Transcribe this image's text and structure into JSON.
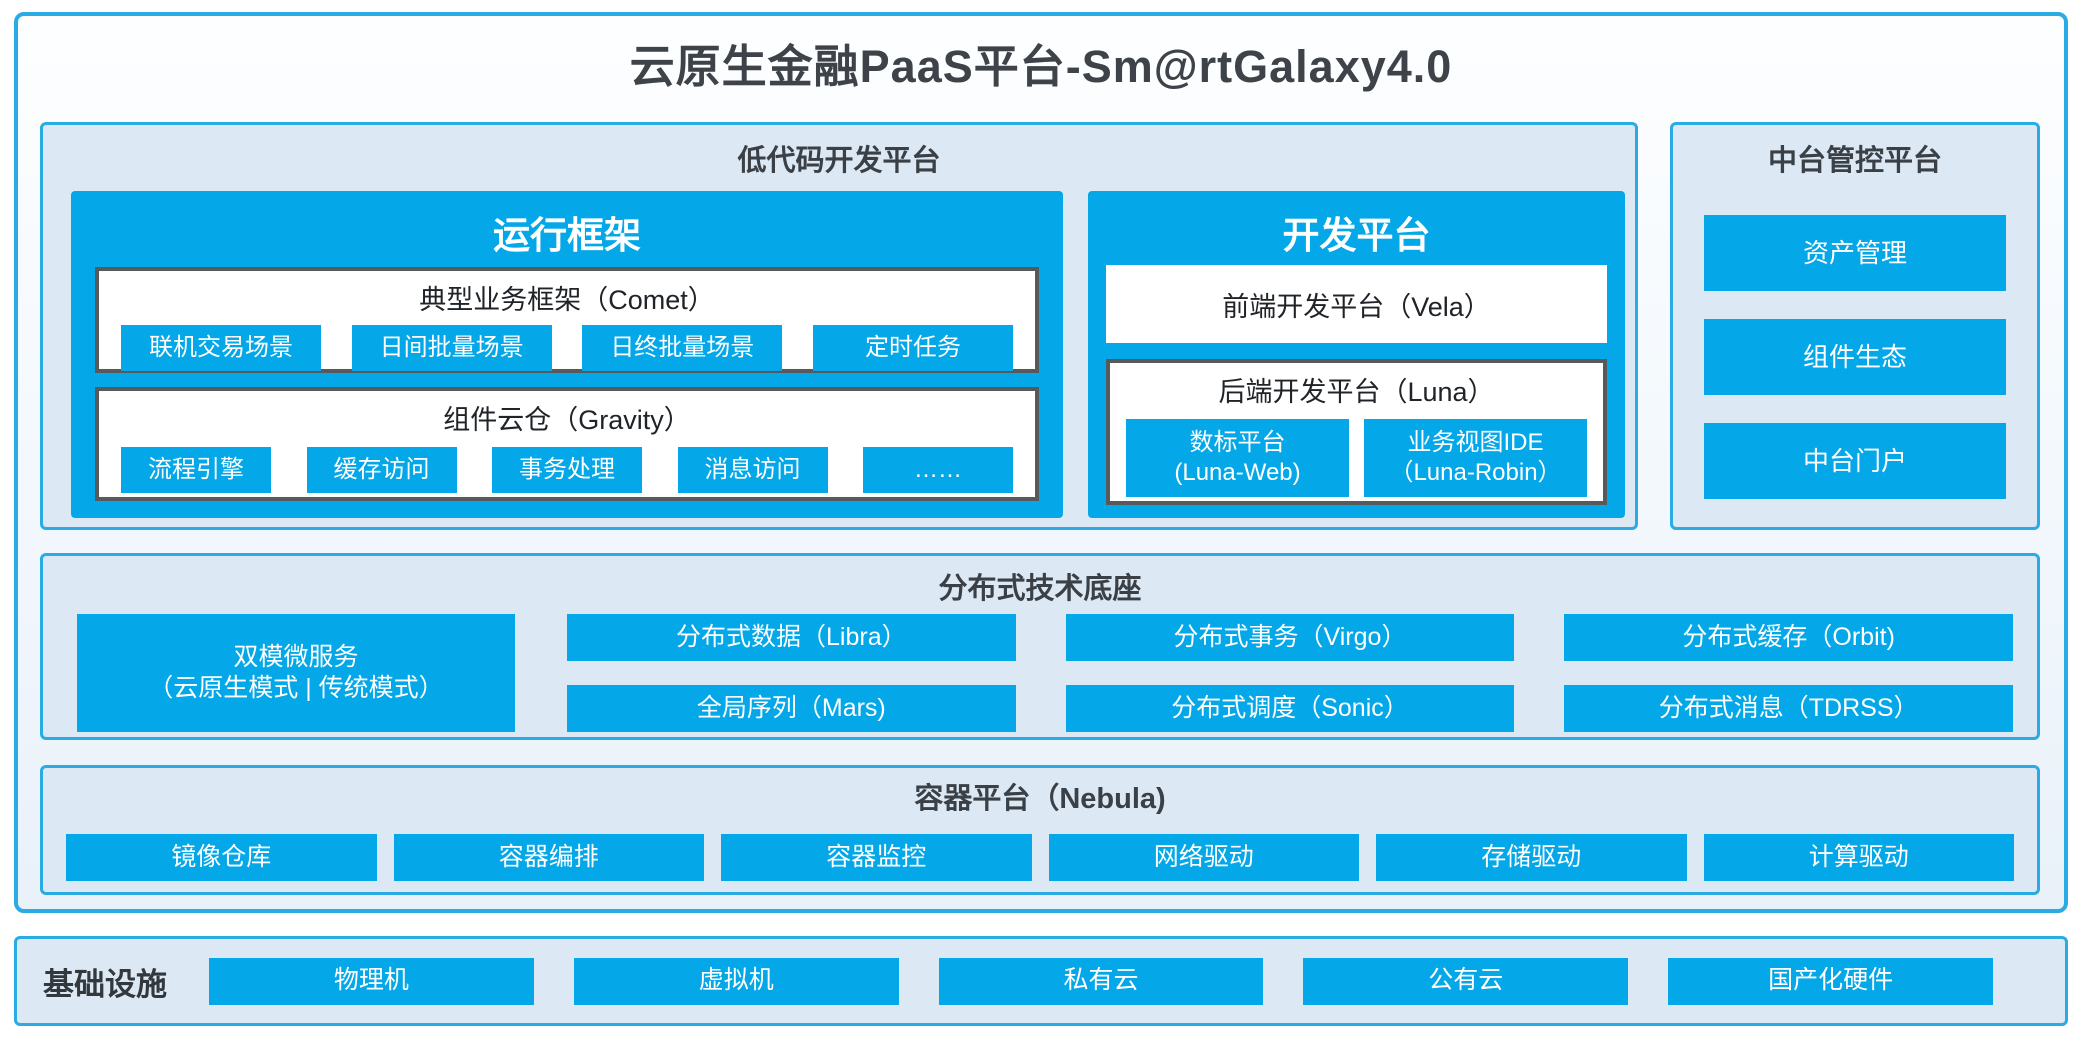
{
  "title": "云原生金融PaaS平台-Sm@rtGalaxy4.0",
  "colors": {
    "accent_blue": "#04a7e7",
    "border_cyan": "#2aabe3",
    "panel_bg": "#dce9f5",
    "box_border_gray": "#58595b",
    "title_text": "#3d4348"
  },
  "lowcode": {
    "header": "低代码开发平台",
    "runtime": {
      "header": "运行框架",
      "comet": {
        "title": "典型业务框架（Comet）",
        "items": [
          "联机交易场景",
          "日间批量场景",
          "日终批量场景",
          "定时任务"
        ]
      },
      "gravity": {
        "title": "组件云仓（Gravity）",
        "items": [
          "流程引擎",
          "缓存访问",
          "事务处理",
          "消息访问",
          "……"
        ]
      }
    },
    "dev": {
      "header": "开发平台",
      "vela_label": "前端开发平台（Vela）",
      "luna": {
        "title": "后端开发平台（Luna）",
        "items": [
          {
            "line1": "数标平台",
            "line2": "(Luna-Web)"
          },
          {
            "line1": "业务视图IDE",
            "line2": "（Luna-Robin）"
          }
        ]
      }
    }
  },
  "midplatform": {
    "header": "中台管控平台",
    "items": [
      "资产管理",
      "组件生态",
      "中台门户"
    ]
  },
  "distributed": {
    "header": "分布式技术底座",
    "dual_mode": {
      "line1": "双模微服务",
      "line2": "（云原生模式 | 传统模式）"
    },
    "items": [
      "分布式数据（Libra）",
      "分布式事务（Virgo）",
      "分布式缓存（Orbit)",
      "全局序列（Mars)",
      "分布式调度（Sonic）",
      "分布式消息（TDRSS）"
    ]
  },
  "nebula": {
    "header": "容器平台（Nebula)",
    "items": [
      "镜像仓库",
      "容器编排",
      "容器监控",
      "网络驱动",
      "存储驱动",
      "计算驱动"
    ]
  },
  "infrastructure": {
    "header": "基础设施",
    "items": [
      "物理机",
      "虚拟机",
      "私有云",
      "公有云",
      "国产化硬件"
    ]
  }
}
